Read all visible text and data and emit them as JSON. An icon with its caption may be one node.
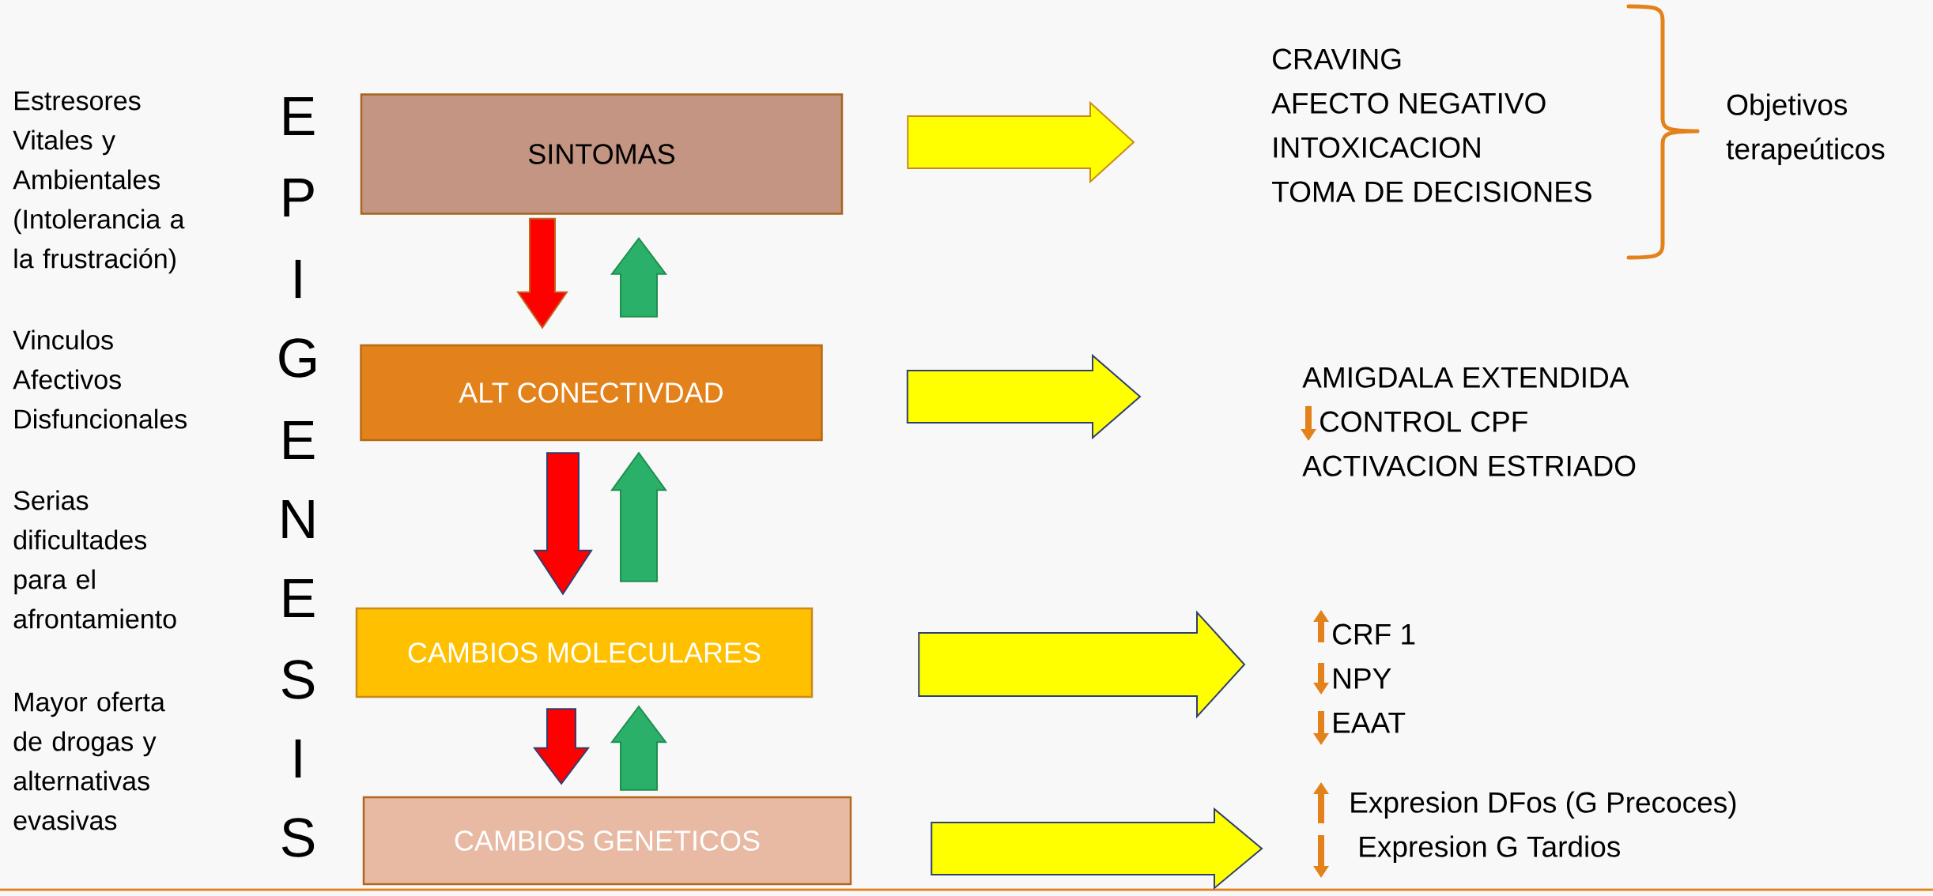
{
  "diagram": {
    "nodes": [
      {
        "text": [
          "SINTOMAS"
        ]
      },
      {
        "text": [
          "ALT CONECTIVDAD"
        ]
      },
      {
        "text": [
          "CAMBIOS MOLECULARES"
        ]
      },
      {
        "text": [
          "CAMBIOS GENETICOS"
        ]
      },
      {
        "text": [
          "CRAVING",
          "AFECTO NEGATIVO",
          "INTOXICACION",
          "TOMA DE DECISIONES"
        ]
      },
      {
        "text": [
          "AMIGDALA EXTENDIDA",
          "CONTROL CPF",
          "ACTIVACION ESTRIADO"
        ]
      },
      {
        "text": [
          "CRF 1",
          "NPY",
          "EAAT"
        ]
      },
      {
        "text": [
          "Expresion DFos (G Precoces)",
          "Expresion G Tardios"
        ]
      }
    ],
    "edges": [
      {
        "from": 0,
        "to": 4,
        "arrow": "to",
        "color": "#ffff00"
      },
      {
        "from": 1,
        "to": 5,
        "arrow": "to",
        "color": "#ffff00"
      },
      {
        "from": 2,
        "to": 6,
        "arrow": "to",
        "color": "#ffff00"
      },
      {
        "from": 3,
        "to": 7,
        "arrow": "to",
        "color": "#ffff00"
      },
      {
        "from": 0,
        "to": 1,
        "arrow": "to",
        "color": "#ff0000"
      },
      {
        "from": 1,
        "to": 2,
        "arrow": "to",
        "color": "#ff0000"
      },
      {
        "from": 2,
        "to": 3,
        "arrow": "to",
        "color": "#ff0000"
      },
      {
        "from": 1,
        "to": 0,
        "arrow": "to",
        "color": "#2ab068"
      },
      {
        "from": 2,
        "to": 1,
        "arrow": "to",
        "color": "#2ab068"
      },
      {
        "from": 3,
        "to": 2,
        "arrow": "to",
        "color": "#2ab068"
      }
    ],
    "labels": [
      "Estresores Vitales y Ambientales (Intolerancia a la frustración)",
      "Vinculos Afectivos Disfuncionales",
      "Serias dificultades para el afrontamiento",
      "Mayor oferta de drogas y alternativas evasivas",
      "E",
      "P",
      "I",
      "G",
      "E",
      "N",
      "E",
      "S",
      "I",
      "S",
      "Objetivos terapeúticos"
    ]
  }
}
